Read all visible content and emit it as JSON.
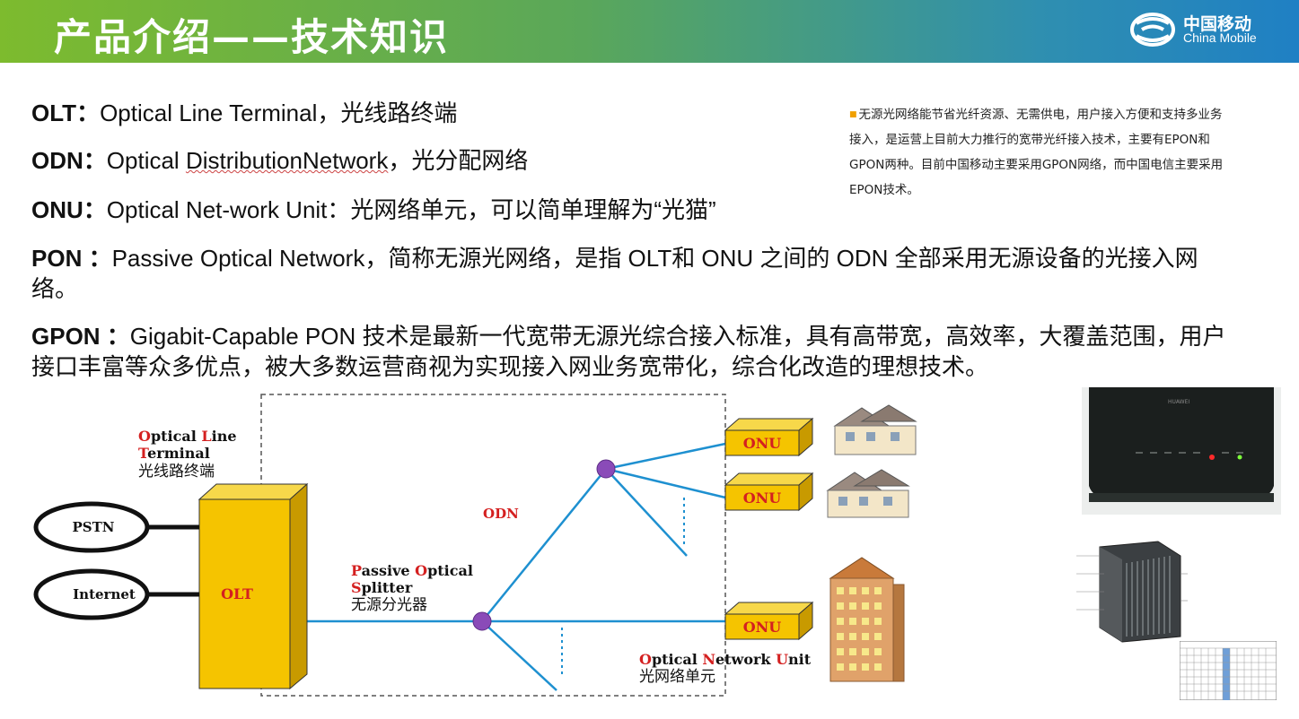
{
  "header": {
    "title": "产品介绍——技术知识",
    "logo_cn": "中国移动",
    "logo_en": "China Mobile",
    "gradient_colors": [
      "#7dbb2e",
      "#1f80c4"
    ]
  },
  "definitions": [
    {
      "term": "OLT：",
      "text": "Optical Line Terminal，光线路终端"
    },
    {
      "term": "ODN：",
      "text_pre": "Optical ",
      "text_wavy": "DistributionNetwork",
      "text_post": "，光分配网络"
    },
    {
      "term": "ONU：",
      "text": "Optical Net-work Unit：光网络单元，可以简单理解为“光猫”"
    },
    {
      "term": "PON ：",
      "text": "Passive Optical Network，简称无源光网络，是指 OLT和 ONU 之间的 ODN 全部采用无源设备的光接入网络。"
    },
    {
      "term": "GPON ：",
      "text": "Gigabit-Capable PON 技术是最新一代宽带无源光综合接入标准，具有高带宽，高效率，大覆盖范围，用户接口丰富等众多优点，被大多数运营商视为实现接入网业务宽带化，综合化改造的理想技术。"
    }
  ],
  "note": {
    "text": "无源光网络能节省光纤资源、无需供电，用户接入方便和支持多业务接入，是运营上目前大力推行的宽带光纤接入技术，主要有EPON和GPON两种。目前中国移动主要采用GPON网络，而中国电信主要采用EPON技术。"
  },
  "diagram": {
    "olt_label_line1_a": "O",
    "olt_label_line1_b": "ptical ",
    "olt_label_line1_c": "L",
    "olt_label_line1_d": "ine",
    "olt_label_line2_a": "T",
    "olt_label_line2_b": "erminal",
    "olt_label_cn": "光线路终端",
    "pstn": "PSTN",
    "internet": "Internet",
    "olt": "OLT",
    "odn": "ODN",
    "splitter_line1_a": "P",
    "splitter_line1_b": "assive ",
    "splitter_line1_c": "O",
    "splitter_line1_d": "ptical",
    "splitter_line2_a": "S",
    "splitter_line2_b": "plitter",
    "splitter_cn": "无源分光器",
    "onu": "ONU",
    "onu_label_a": "O",
    "onu_label_b": "ptical ",
    "onu_label_c": "N",
    "onu_label_d": "etwork ",
    "onu_label_e": "U",
    "onu_label_f": "nit",
    "onu_label_cn": "光网络单元",
    "colors": {
      "accent_red": "#d42020",
      "olt_yellow": "#f5c400",
      "fiber_blue": "#1e90d0",
      "splitter_purple": "#8a4bb8"
    }
  },
  "photos": {
    "router_brand": "HUAWEI"
  }
}
